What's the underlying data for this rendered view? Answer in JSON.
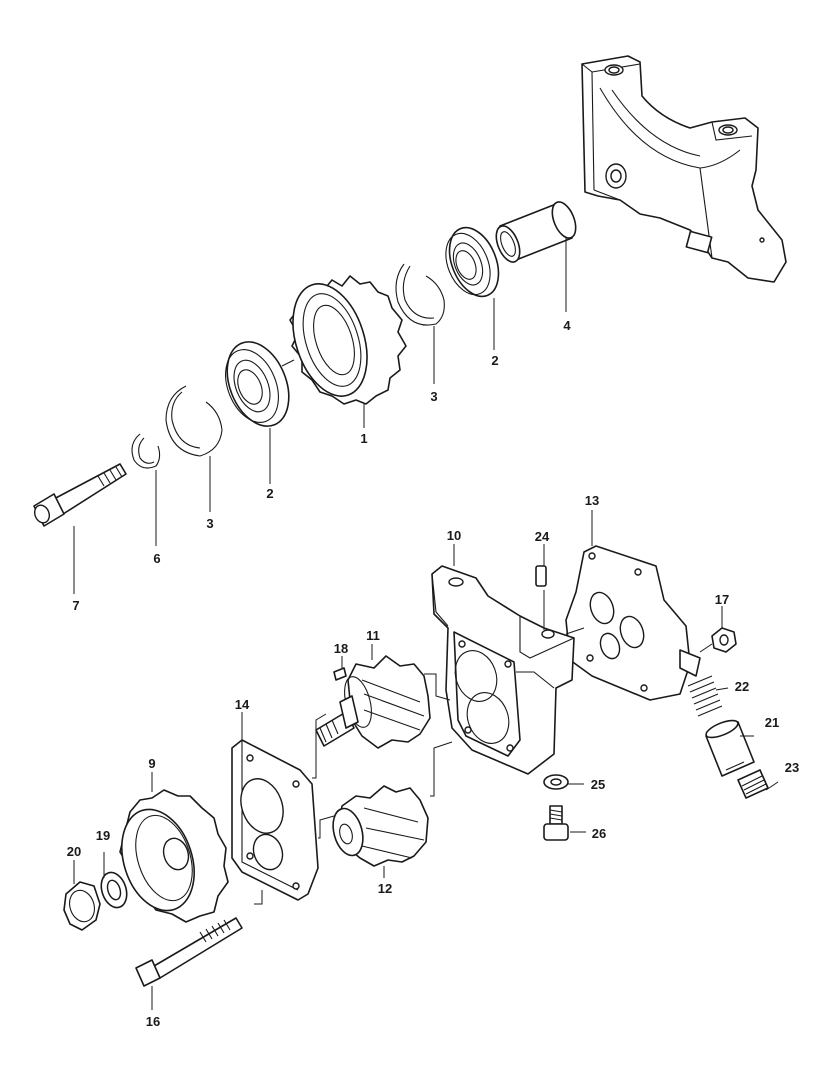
{
  "colors": {
    "line": "#1a1a1a",
    "paper": "#ffffff"
  },
  "callouts": {
    "c1": "1",
    "c2a": "2",
    "c2b": "2",
    "c3a": "3",
    "c3b": "3",
    "c4": "4",
    "c6": "6",
    "c7": "7",
    "c9": "9",
    "c10": "10",
    "c11": "11",
    "c12": "12",
    "c13": "13",
    "c14": "14",
    "c16": "16",
    "c17": "17",
    "c18": "18",
    "c19": "19",
    "c20": "20",
    "c21": "21",
    "c22": "22",
    "c23": "23",
    "c24": "24",
    "c25": "25",
    "c26": "26"
  }
}
